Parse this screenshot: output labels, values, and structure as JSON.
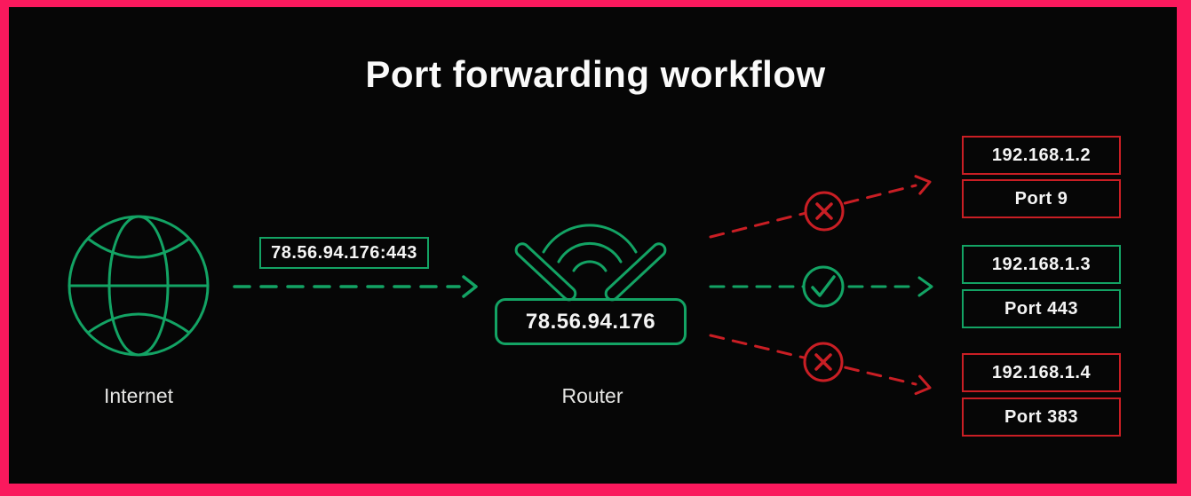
{
  "title": "Port forwarding workflow",
  "internet": {
    "label": "Internet",
    "request": "78.56.94.176:443"
  },
  "router": {
    "label": "Router",
    "ip": "78.56.94.176"
  },
  "destinations": [
    {
      "ip": "192.168.1.2",
      "port": "Port 9",
      "status": "blocked"
    },
    {
      "ip": "192.168.1.3",
      "port": "Port 443",
      "status": "allowed"
    },
    {
      "ip": "192.168.1.4",
      "port": "Port 383",
      "status": "blocked"
    }
  ],
  "colors": {
    "frame": "#FA195D",
    "green": "#13A364",
    "red": "#C91E24",
    "background": "#060606",
    "text": "#F4F4F4"
  },
  "icons": {
    "internet": "globe-icon",
    "router": "wifi-router-icon",
    "blocked": "cross-circle-icon",
    "allowed": "check-circle-icon",
    "flow": "dashed-arrow-icon"
  }
}
